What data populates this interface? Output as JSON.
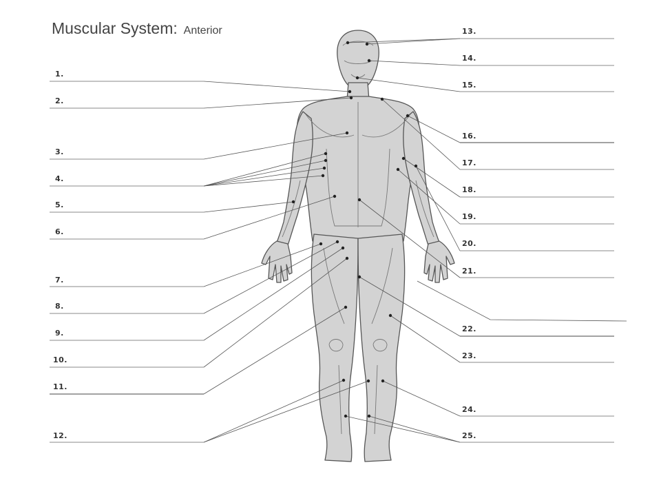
{
  "title": {
    "main": "Muscular System:",
    "sub": "Anterior"
  },
  "colors": {
    "muscle": "#d3d3d3",
    "outline": "#555555",
    "leader": "#555555",
    "blank": "#888888",
    "text": "#333333"
  },
  "labels": {
    "left": [
      "1.",
      "2.",
      "3.",
      "4.",
      "5.",
      "6.",
      "7.",
      "8.",
      "9.",
      "10.",
      "11.",
      "12."
    ],
    "right": [
      "13.",
      "14.",
      "15.",
      "16.",
      "17.",
      "18.",
      "19.",
      "20.",
      "21.",
      "22.",
      "23.",
      "24.",
      "25."
    ]
  }
}
